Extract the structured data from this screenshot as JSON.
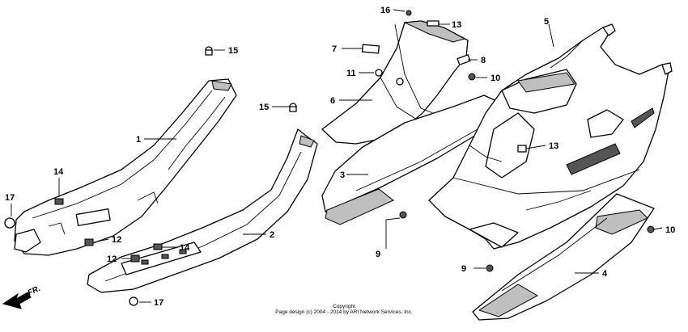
{
  "labels": {
    "l1": "1",
    "l2": "2",
    "l3": "3",
    "l4": "4",
    "l5": "5",
    "l6": "6",
    "l7": "7",
    "l8": "8",
    "l9a": "9",
    "l9b": "9",
    "l10a": "10",
    "l10b": "10",
    "l11": "11",
    "l12a": "12",
    "l12b": "12",
    "l13a": "13",
    "l13b": "13",
    "l14a": "14",
    "l14b": "14",
    "l15a": "15",
    "l15b": "15",
    "l16": "16",
    "l17a": "17",
    "l17b": "17"
  },
  "front_indicator": "FR.",
  "copyright": {
    "line1": "Copyright",
    "line2": "Page design (c) 2004 - 2014 by ARI Network Services, Inc."
  },
  "colors": {
    "ink": "#000000",
    "paper": "#ffffff",
    "shade": "#bfbfbf"
  }
}
